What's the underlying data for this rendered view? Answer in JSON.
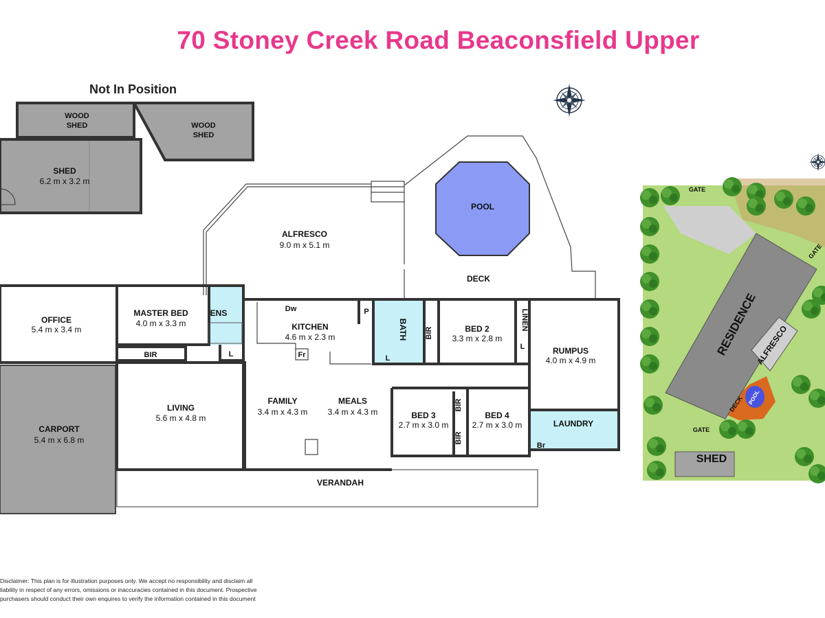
{
  "title": "70 Stoney Creek Road Beaconsfield Upper",
  "title_color": "#e8388c",
  "not_in_position": "Not In Position",
  "rooms": {
    "wood_shed_1": {
      "name_l1": "WOOD",
      "name_l2": "SHED"
    },
    "wood_shed_2": {
      "name_l1": "WOOD",
      "name_l2": "SHED"
    },
    "shed": {
      "name": "SHED",
      "dims": "6.2 m x 3.2 m"
    },
    "alfresco": {
      "name": "ALFRESCO",
      "dims": "9.0 m x 5.1 m"
    },
    "pool": {
      "name": "POOL"
    },
    "deck": {
      "name": "DECK"
    },
    "office": {
      "name": "OFFICE",
      "dims": "5.4 m x 3.4 m"
    },
    "master_bed": {
      "name": "MASTER BED",
      "dims": "4.0 m x 3.3 m"
    },
    "ens": {
      "name": "ENS"
    },
    "kitchen": {
      "name": "KITCHEN",
      "dims": "4.6 m x 2.3 m"
    },
    "dw": {
      "name": "Dw"
    },
    "fr": {
      "name": "Fr"
    },
    "p": {
      "name": "P"
    },
    "bath": {
      "name": "BATH"
    },
    "bed2": {
      "name": "BED 2",
      "dims": "3.3 m x 2.8 m"
    },
    "linen": {
      "name": "LINEN"
    },
    "rumpus": {
      "name": "RUMPUS",
      "dims": "4.0 m x 4.9 m"
    },
    "carport": {
      "name": "CARPORT",
      "dims": "5.4 m x 6.8 m"
    },
    "living": {
      "name": "LIVING",
      "dims": "5.6 m x 4.8 m"
    },
    "family": {
      "name": "FAMILY",
      "dims": "3.4 m x 4.3 m"
    },
    "meals": {
      "name": "MEALS",
      "dims": "3.4 m x 4.3 m"
    },
    "bed3": {
      "name": "BED 3",
      "dims": "2.7 m x 3.0 m"
    },
    "bed4": {
      "name": "BED 4",
      "dims": "2.7 m x 3.0 m"
    },
    "laundry": {
      "name": "LAUNDRY"
    },
    "br": {
      "name": "Br"
    },
    "verandah": {
      "name": "VERANDAH"
    },
    "bir": "BIR",
    "l": "L"
  },
  "site_plan": {
    "gate": "GATE",
    "residence": "RESIDENCE",
    "alfresco": "ALFRESCO",
    "deck": "DECK",
    "pool": "POOL",
    "shed": "SHED"
  },
  "icons": [
    "compass-icon"
  ],
  "colors": {
    "outbuilding": "#a3a3a3",
    "pool": "#8b9bf5",
    "wet_area": "#c8f0f8",
    "wall": "#333333",
    "lawn": "#b4d97e",
    "tree": "#3f8f2a",
    "deck": "#d9691f",
    "residence": "#8a8a8a"
  },
  "disclaimer": "Disclaimer: This plan is for illustration purposes only. We accept no responsibility and disclaim all liability in respect of any errors, omissions or inaccuracies contained in this document. Prospective purchasers should conduct their own enquires to verify the information contained in this document"
}
